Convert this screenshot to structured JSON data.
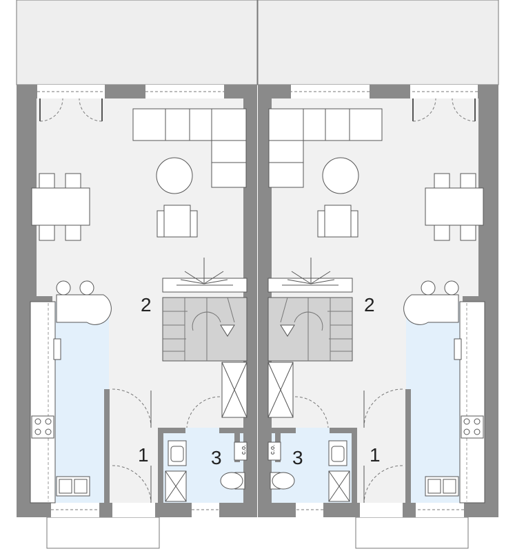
{
  "colors": {
    "wall": "#8a8a8a",
    "floor": "#f1f1f1",
    "kitchen_floor": "#e3f0fb",
    "terrace": "#eeeeee",
    "outline": "#555555"
  },
  "room_labels": {
    "hall": "1",
    "living": "2",
    "bathroom": "3"
  },
  "fixtures": {
    "chimney_label": "c.o."
  }
}
